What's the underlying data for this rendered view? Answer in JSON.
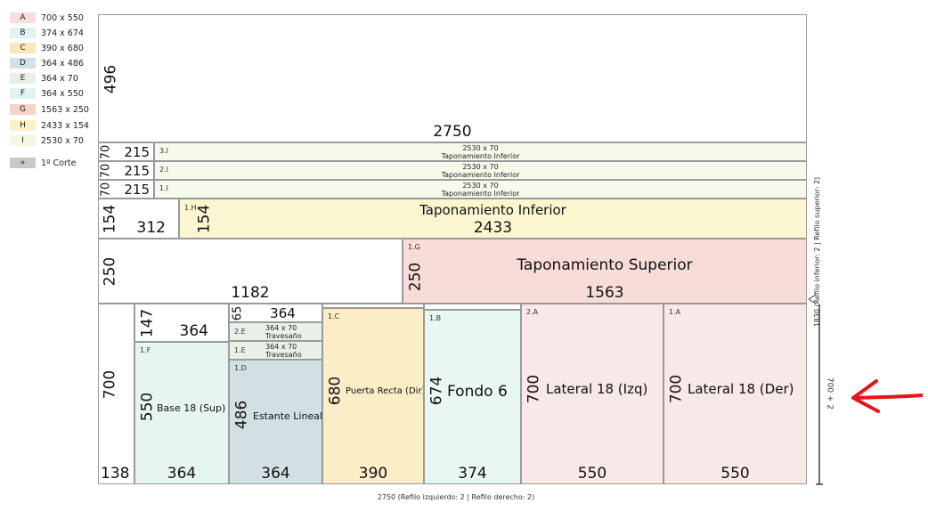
{
  "legend": [
    {
      "key": "A",
      "size": "700 x 550",
      "color": "#f9dede"
    },
    {
      "key": "B",
      "size": "374 x 674",
      "color": "#e2f2f0"
    },
    {
      "key": "C",
      "size": "390 x 680",
      "color": "#fbe8b8"
    },
    {
      "key": "D",
      "size": "364 x 486",
      "color": "#d3e1e5"
    },
    {
      "key": "E",
      "size": "364 x 70",
      "color": "#e7efe8"
    },
    {
      "key": "F",
      "size": "364 x 550",
      "color": "#dff3ef"
    },
    {
      "key": "G",
      "size": "1563 x 250",
      "color": "#f6d2cc"
    },
    {
      "key": "H",
      "size": "2433 x 154",
      "color": "#fbf2c6"
    },
    {
      "key": "I",
      "size": "2530 x 70",
      "color": "#f3f9e4"
    }
  ],
  "first_cut": {
    "key": "»",
    "label": "1º Corte"
  },
  "top_waste": {
    "height": "496",
    "width": "2750"
  },
  "strip_I": [
    {
      "tag": "3.I",
      "height": "70",
      "left_width": "215",
      "size": "2530 x 70",
      "name": "Taponamiento Inferior"
    },
    {
      "tag": "2.I",
      "height": "70",
      "left_width": "215",
      "size": "2530 x 70",
      "name": "Taponamiento Inferior"
    },
    {
      "tag": "1.I",
      "height": "70",
      "left_width": "215",
      "size": "2530 x 70",
      "name": "Taponamiento Inferior"
    }
  ],
  "strip_H": {
    "waste_height": "154",
    "waste_width": "312",
    "tag": "1.H",
    "height": "154",
    "name": "Taponamiento Inferior",
    "width": "2433"
  },
  "strip_G": {
    "waste_height": "250",
    "waste_width": "1182",
    "tag": "1.G",
    "height": "250",
    "name": "Taponamiento Superior",
    "width": "1563"
  },
  "bottom": {
    "waste_col": {
      "height": "700",
      "width": "138"
    },
    "F_col": {
      "waste_height": "147",
      "waste_width": "364",
      "tag": "1.F",
      "height": "550",
      "name": "Base 18  (Sup)",
      "width": "364"
    },
    "D_col": {
      "waste_height": "65",
      "waste_width": "364",
      "E2": {
        "tag": "2.E",
        "size": "364 x 70",
        "name": "Travesaño"
      },
      "E1": {
        "tag": "1.E",
        "size": "364 x 70",
        "name": "Travesaño"
      },
      "D": {
        "tag": "1.D",
        "height": "486",
        "name": "Estante Lineal",
        "width": "364"
      }
    },
    "C": {
      "tag": "1.C",
      "height": "680",
      "name": "Puerta Recta (Dir)",
      "width": "390"
    },
    "B": {
      "tag": "1.B",
      "height": "674",
      "name": "Fondo 6",
      "width": "374"
    },
    "A2": {
      "tag": "2.A",
      "height": "700",
      "name": "Lateral 18 (Izq)",
      "width": "550"
    },
    "A1": {
      "tag": "1.A",
      "height": "700",
      "name": "Lateral 18 (Der)",
      "width": "550"
    }
  },
  "footer_width": "2750 (Refilo izquierdo: 2  | Refilo derecho: 2)",
  "right_height": "1830 (Refilo inferior: 2  | Refilo superior: 2)",
  "row_dimension": "700 + 2",
  "arrow_color": "#e8141b"
}
